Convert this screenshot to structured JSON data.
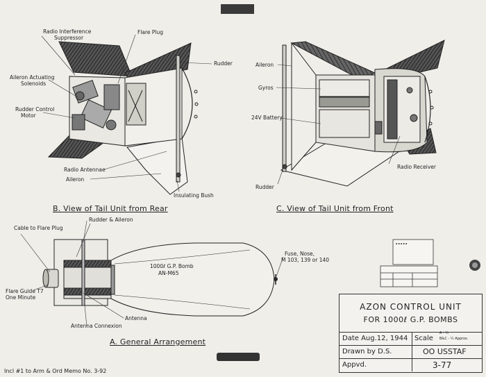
{
  "labels": {
    "radio_interference": "Radio Interference",
    "suppressor": "Suppressor",
    "flare_plug": "Flare Plug",
    "rudder_b": "Rudder",
    "aileron_actuating": "Aileron  Actuating",
    "solenoids": "Solenoids",
    "rudder_control": "Rudder Control",
    "motor": "Motor",
    "radio_antennae": "Radio Antennae",
    "aileron_b": "Aileron",
    "insulating_bush": "Insulating Bush",
    "aileron_c": "Aileron",
    "gyros": "Gyros",
    "battery": "24V Battery",
    "radio_receiver": "Radio Receiver",
    "rudder_c": "Rudder",
    "cable_flare": "Cable to Flare Plug",
    "rudder_aileron": "Rudder & Aileron",
    "flare_guide": "Flare Guide T7",
    "one_minute": "One Minute",
    "antenna": "Antenna",
    "antenna_connexion": "Antenna Connexion",
    "bomb_line1": "1000ℓ G.P. Bomb",
    "bomb_line2": "AN-M65",
    "fuse_line1": "Fuse, Nose,",
    "fuse_line2": "M 103, 139 or 140"
  },
  "captions": {
    "b": "B. View of Tail Unit from Rear",
    "c": "C. View of Tail Unit from Front",
    "a": "A. General Arrangement"
  },
  "title_block": {
    "title1": "AZON CONTROL UNIT",
    "title2": "FOR 1000ℓ G.P. BOMBS",
    "date": "Date  Aug.12, 1944",
    "scale": "Scale",
    "scale_note1": "A - ½",
    "scale_note2": "B&C - ½  Approx.",
    "drawn_by": "Drawn by  D.S.",
    "org": "OO USSTAF",
    "appvd": "Appvd.",
    "sheet_no": "3-77"
  },
  "footer": "Incl #1 to Arm & Ord Memo No. 3-92"
}
